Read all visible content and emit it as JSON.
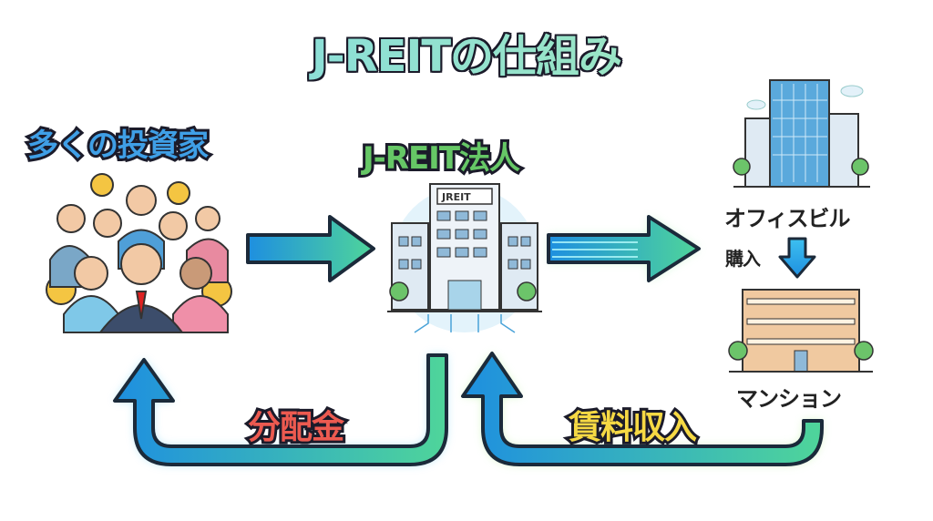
{
  "title": "J-REITの仕組み",
  "nodes": {
    "investors": "多くの投資家",
    "reit": "J-REIT法人",
    "reit_sign": "JREIT",
    "office": "オフィスビル",
    "mansion": "マンション"
  },
  "flows": {
    "purchase": "購入",
    "distribution": "分配金",
    "rent_income": "賃料収入"
  },
  "colors": {
    "investors": "#3f9fe6",
    "reit": "#66c766",
    "distribution": "#ec5a50",
    "rent_income": "#f6d944"
  }
}
